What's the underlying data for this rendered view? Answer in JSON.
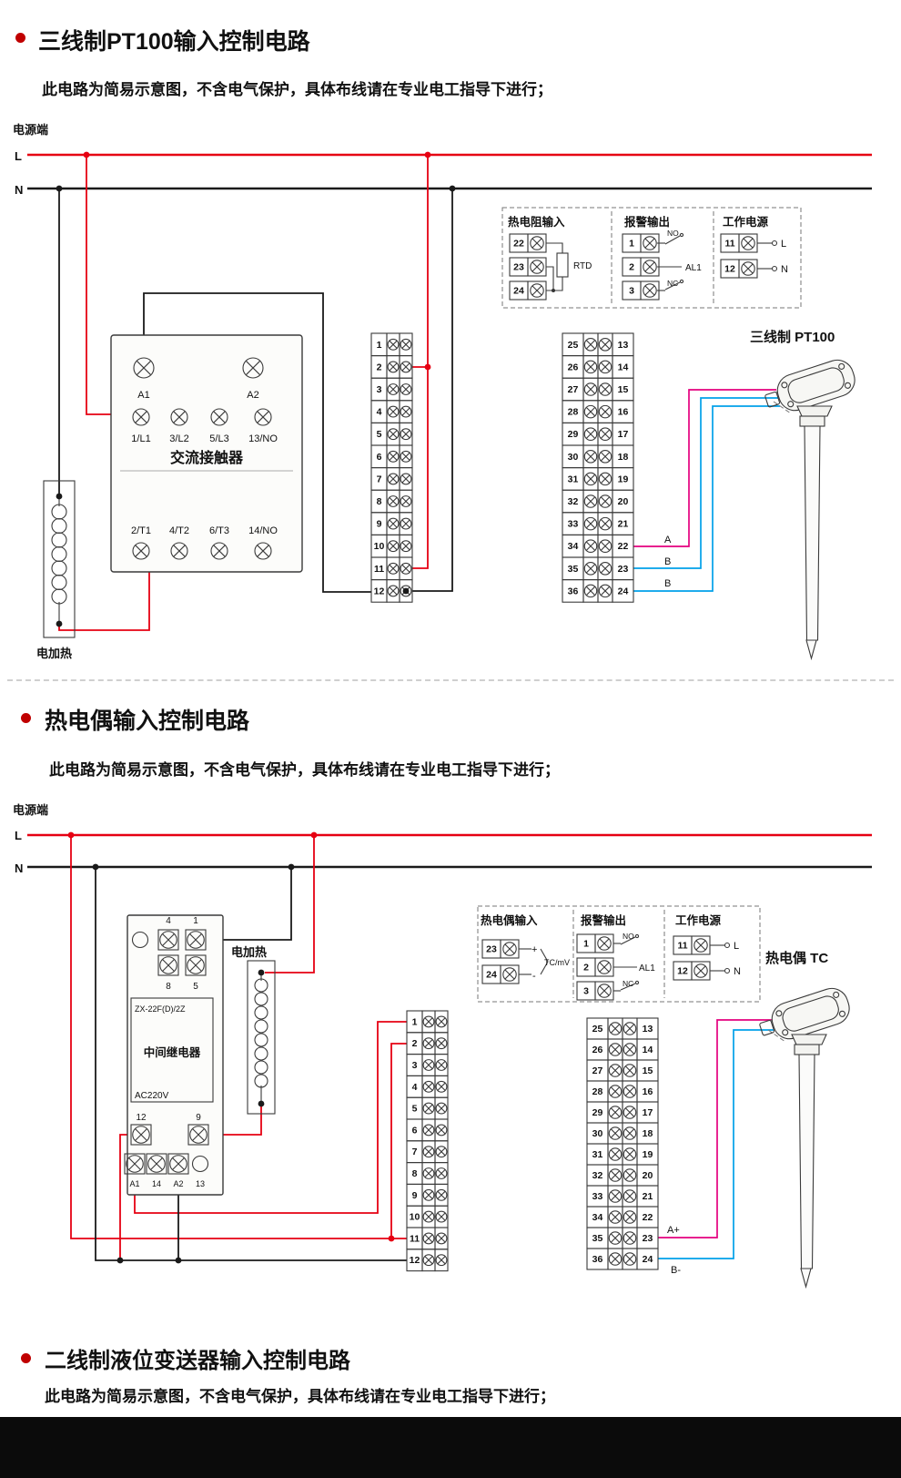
{
  "page": {
    "bg": "#ffffff"
  },
  "colors": {
    "accent_red": "#c00000",
    "wire_red": "#e60012",
    "wire_black": "#1a1a1a",
    "wire_magenta": "#e4007f",
    "wire_cyan": "#00a0e9"
  },
  "sections": {
    "s1": {
      "title": "三线制PT100输入控制电路",
      "subtitle": "此电路为简易示意图，不含电气保护，具体布线请在专业电工指导下进行；"
    },
    "s2": {
      "title": "热电偶输入控制电路",
      "subtitle": "此电路为简易示意图，不含电气保护，具体布线请在专业电工指导下进行；"
    },
    "s3": {
      "title": "二线制液位变送器输入控制电路",
      "subtitle": "此电路为简易示意图，不含电气保护，具体布线请在专业电工指导下进行；"
    }
  },
  "d1": {
    "power_label": "电源端",
    "l": "L",
    "n": "N",
    "contactor": {
      "a1": "A1",
      "a2": "A2",
      "name": "交流接触器",
      "t1": "1/L1",
      "t2": "3/L2",
      "t3": "5/L3",
      "t4": "13/NO",
      "b1": "2/T1",
      "b2": "4/T2",
      "b3": "6/T3",
      "b4": "14/NO"
    },
    "heater": "电加热",
    "strips": {
      "left": [
        "1",
        "2",
        "3",
        "4",
        "5",
        "6",
        "7",
        "8",
        "9",
        "10",
        "11",
        "12"
      ],
      "right_outer": [
        "25",
        "26",
        "27",
        "28",
        "29",
        "30",
        "31",
        "32",
        "33",
        "34",
        "35",
        "36"
      ],
      "right_inner": [
        "13",
        "14",
        "15",
        "16",
        "17",
        "18",
        "19",
        "20",
        "21",
        "22",
        "23",
        "24"
      ]
    },
    "legend": {
      "g1": {
        "title": "热电阻输入",
        "t": [
          "22",
          "23",
          "24"
        ],
        "sym": "RTD"
      },
      "g2": {
        "title": "报警输出",
        "t": [
          "1",
          "2",
          "3"
        ],
        "no": "NO",
        "nc": "NC",
        "name": "AL1"
      },
      "g3": {
        "title": "工作电源",
        "t": [
          "11",
          "12"
        ],
        "l": "L",
        "n": "N"
      }
    },
    "wires": {
      "a": "A",
      "b1": "B",
      "b2": "B"
    },
    "sensor": "三线制 PT100"
  },
  "d2": {
    "power_label": "电源端",
    "l": "L",
    "n": "N",
    "relay": {
      "n4": "4",
      "n1": "1",
      "n8": "8",
      "n5": "5",
      "model": "ZX-22F(D)/2Z",
      "name": "中间继电器",
      "volt": "AC220V",
      "n12": "12",
      "n9": "9",
      "a1": "A1",
      "n14": "14",
      "a2": "A2",
      "n13": "13"
    },
    "heater": "电加热",
    "strips": {
      "left": [
        "1",
        "2",
        "3",
        "4",
        "5",
        "6",
        "7",
        "8",
        "9",
        "10",
        "11",
        "12"
      ],
      "right_outer": [
        "25",
        "26",
        "27",
        "28",
        "29",
        "30",
        "31",
        "32",
        "33",
        "34",
        "35",
        "36"
      ],
      "right_inner": [
        "13",
        "14",
        "15",
        "16",
        "17",
        "18",
        "19",
        "20",
        "21",
        "22",
        "23",
        "24"
      ]
    },
    "legend": {
      "g1": {
        "title": "热电偶输入",
        "t": [
          "23",
          "24"
        ],
        "plus": "+",
        "minus": "-",
        "sym": "TC/mV"
      },
      "g2": {
        "title": "报警输出",
        "t": [
          "1",
          "2",
          "3"
        ],
        "no": "NO",
        "nc": "NC",
        "name": "AL1"
      },
      "g3": {
        "title": "工作电源",
        "t": [
          "11",
          "12"
        ],
        "l": "L",
        "n": "N"
      }
    },
    "wires": {
      "a": "A+",
      "b": "B-"
    },
    "sensor": "热电偶 TC"
  }
}
